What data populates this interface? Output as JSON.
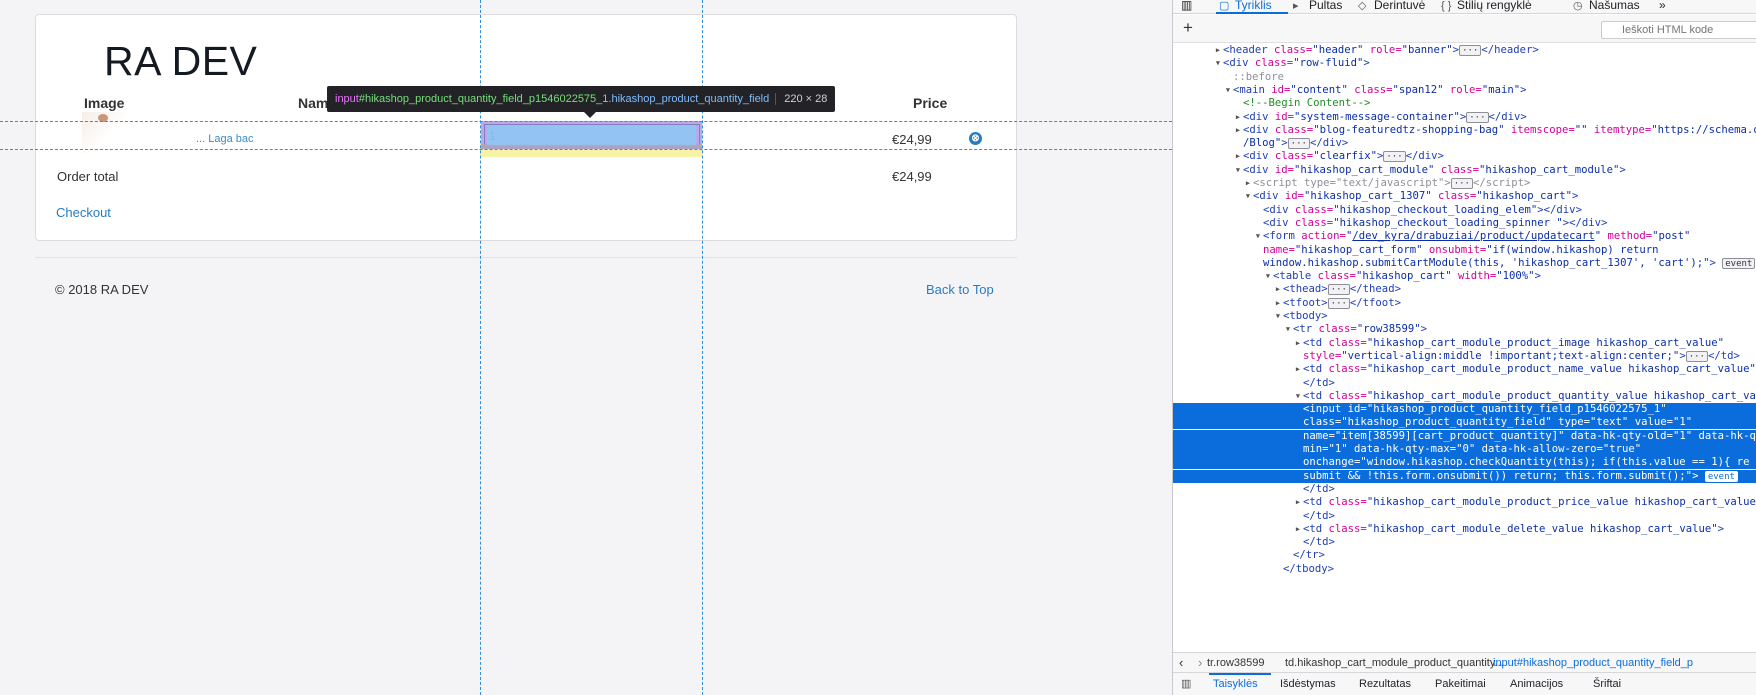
{
  "page": {
    "site_title": "RA DEV",
    "table_headers": {
      "image": "Image",
      "name": "Nam",
      "price": "Price"
    },
    "row": {
      "product_link": "... Laga bac",
      "quantity": "1",
      "price": "€24,99",
      "delete_icon": "⊗"
    },
    "order_total_label": "Order total",
    "order_total_value": "€24,99",
    "checkout": "Checkout",
    "copyright": "© 2018 RA DEV",
    "back_to_top": "Back to Top"
  },
  "inspector_overlay": {
    "tag": "input",
    "id_selector": "#hikashop_product_quantity_field_p1546022575_1",
    "class_selector": ".hikashop_product_quantity_field",
    "dimensions": "220 × 28"
  },
  "devtools": {
    "tabs": [
      {
        "label": "Tyriklis",
        "icon": "▢"
      },
      {
        "label": "Pultas",
        "icon": "▸"
      },
      {
        "label": "Derintuvė",
        "icon": "◇"
      },
      {
        "label": "Stilių rengyklė",
        "icon": "{ }"
      },
      {
        "label": "Našumas",
        "icon": "◷"
      }
    ],
    "more_tabs": "»",
    "dock_icon": "▥",
    "add_node": "+",
    "search_icon": "⌕",
    "search_placeholder": "Ieškoti HTML kode",
    "markup_lines": [
      {
        "indent": 4,
        "html": "<span class='tw'>▸</span><span class='t'>&lt;header</span> <span class='a'>class=</span><span class='v'>\"header\"</span> <span class='a'>role=</span><span class='v'>\"banner\"</span><span class='t'>&gt;</span><span class='badge'>···</span><span class='t'>&lt;/header&gt;</span>"
      },
      {
        "indent": 4,
        "html": "<span class='tw'>▾</span><span class='t'>&lt;div</span> <span class='a'>class=</span><span class='v'>\"row-fluid\"</span><span class='t'>&gt;</span>"
      },
      {
        "indent": 5,
        "html": "<span class='tw'></span><span class='p'>::before</span>"
      },
      {
        "indent": 5,
        "html": "<span class='tw'>▾</span><span class='t'>&lt;main</span> <span class='a'>id=</span><span class='v'>\"content\"</span> <span class='a'>class=</span><span class='v'>\"span12\"</span> <span class='a'>role=</span><span class='v'>\"main\"</span><span class='t'>&gt;</span>"
      },
      {
        "indent": 6,
        "html": "<span class='tw'></span><span class='c'>&lt;!--Begin Content--&gt;</span>"
      },
      {
        "indent": 6,
        "html": "<span class='tw'>▸</span><span class='t'>&lt;div</span> <span class='a'>id=</span><span class='v'>\"system-message-container\"</span><span class='t'>&gt;</span><span class='badge'>···</span><span class='t'>&lt;/div&gt;</span>"
      },
      {
        "indent": 6,
        "html": "<span class='tw'>▸</span><span class='t'>&lt;div</span> <span class='a'>class=</span><span class='v'>\"blog-featuredtz-shopping-bag\"</span> <span class='a'>itemscope=</span><span class='v'>\"\"</span> <span class='a'>itemtype=</span><span class='v'>\"https://schema.org</span>"
      },
      {
        "indent": 6,
        "html": "<span class='tw'></span><span class='v'>/Blog\"</span><span class='t'>&gt;</span><span class='badge'>···</span><span class='t'>&lt;/div&gt;</span>"
      },
      {
        "indent": 6,
        "html": "<span class='tw'>▸</span><span class='t'>&lt;div</span> <span class='a'>class=</span><span class='v'>\"clearfix\"</span><span class='t'>&gt;</span><span class='badge'>···</span><span class='t'>&lt;/div&gt;</span>"
      },
      {
        "indent": 6,
        "html": "<span class='tw'>▾</span><span class='t'>&lt;div</span> <span class='a'>id=</span><span class='v'>\"hikashop_cart_module\"</span> <span class='a'>class=</span><span class='v'>\"hikashop_cart_module\"</span><span class='t'>&gt;</span>"
      },
      {
        "indent": 7,
        "html": "<span class='tw'>▸</span><span class='p'>&lt;script type=\"text/javascript\"&gt;</span><span class='badge'>···</span><span class='p'>&lt;/script&gt;</span>"
      },
      {
        "indent": 7,
        "html": "<span class='tw'>▾</span><span class='t'>&lt;div</span> <span class='a'>id=</span><span class='v'>\"hikashop_cart_1307\"</span> <span class='a'>class=</span><span class='v'>\"hikashop_cart\"</span><span class='t'>&gt;</span>"
      },
      {
        "indent": 8,
        "html": "<span class='tw'></span><span class='t'>&lt;div</span> <span class='a'>class=</span><span class='v'>\"hikashop_checkout_loading_elem\"</span><span class='t'>&gt;&lt;/div&gt;</span>"
      },
      {
        "indent": 8,
        "html": "<span class='tw'></span><span class='t'>&lt;div</span> <span class='a'>class=</span><span class='v'>\"hikashop_checkout_loading_spinner \"</span><span class='t'>&gt;&lt;/div&gt;</span>"
      },
      {
        "indent": 8,
        "html": "<span class='tw'>▾</span><span class='t'>&lt;form</span> <span class='a'>action=</span><span class='v'>\"<u>/dev_kyra/drabuziai/product/updatecart</u>\"</span> <span class='a'>method=</span><span class='v'>\"post\"</span>"
      },
      {
        "indent": 9,
        "html": "<span class='a'>name=</span><span class='v'>\"hikashop_cart_form\"</span> <span class='a'>onsubmit=</span><span class='v'>\"if(window.hikashop) return</span>"
      },
      {
        "indent": 9,
        "html": "<span class='v'>window.hikashop.submitCartModule(this, 'hikashop_cart_1307', 'cart');\"</span><span class='t'>&gt;</span> <span class='badge'>event</span>"
      },
      {
        "indent": 9,
        "html": "<span class='tw'>▾</span><span class='t'>&lt;table</span> <span class='a'>class=</span><span class='v'>\"hikashop_cart\"</span> <span class='a'>width=</span><span class='v'>\"100%\"</span><span class='t'>&gt;</span>"
      },
      {
        "indent": 10,
        "html": "<span class='tw'>▸</span><span class='t'>&lt;thead&gt;</span><span class='badge'>···</span><span class='t'>&lt;/thead&gt;</span>"
      },
      {
        "indent": 10,
        "html": "<span class='tw'>▸</span><span class='t'>&lt;tfoot&gt;</span><span class='badge'>···</span><span class='t'>&lt;/tfoot&gt;</span>"
      },
      {
        "indent": 10,
        "html": "<span class='tw'>▾</span><span class='t'>&lt;tbody&gt;</span>"
      },
      {
        "indent": 11,
        "html": "<span class='tw'>▾</span><span class='t'>&lt;tr</span> <span class='a'>class=</span><span class='v'>\"row38599\"</span><span class='t'>&gt;</span>"
      },
      {
        "indent": 12,
        "html": "<span class='tw'>▸</span><span class='t'>&lt;td</span> <span class='a'>class=</span><span class='v'>\"hikashop_cart_module_product_image hikashop_cart_value\"</span>"
      },
      {
        "indent": 13,
        "html": "<span class='a'>style=</span><span class='v'>\"vertical-align:middle !important;text-align:center;\"</span><span class='t'>&gt;</span><span class='badge'>···</span><span class='t'>&lt;/td&gt;</span>"
      },
      {
        "indent": 12,
        "html": "<span class='tw'>▸</span><span class='t'>&lt;td</span> <span class='a'>class=</span><span class='v'>\"hikashop_cart_module_product_name_value hikashop_cart_value\"</span><span class='t'>&gt;</span><span class='badge'>···</span>"
      },
      {
        "indent": 13,
        "html": "<span class='t'>&lt;/td&gt;</span>"
      },
      {
        "indent": 12,
        "html": "<span class='tw'>▾</span><span class='t'>&lt;td</span> <span class='a'>class=</span><span class='v'>\"hikashop_cart_module_product_quantity_value hikashop_cart_valu</span>"
      },
      {
        "indent": 13,
        "sel": true,
        "html": "<span class='t'>&lt;input</span> <span class='a'>id=</span><span class='v'>\"hikashop_product_quantity_field_p1546022575_1\"</span>"
      },
      {
        "indent": 13,
        "sel": true,
        "html": "<span class='a'>class=</span><span class='v'>\"hikashop_product_quantity_field\"</span> <span class='a'>type=</span><span class='v'>\"text\"</span> <span class='a'>value=</span><span class='v'>\"1\"</span>"
      },
      {
        "indent": 13,
        "sel": true,
        "html": "<span class='a'>name=</span><span class='v'>\"item[38599][cart_product_quantity]\"</span> <span class='a'>data-hk-qty-old=</span><span class='v'>\"1\"</span> <span class='a'>data-hk-q</span>"
      },
      {
        "indent": 13,
        "sel": true,
        "html": "<span class='a'>min=</span><span class='v'>\"1\"</span> <span class='a'>data-hk-qty-max=</span><span class='v'>\"0\"</span> <span class='a'>data-hk-allow-zero=</span><span class='v'>\"true\"</span>"
      },
      {
        "indent": 13,
        "sel": true,
        "html": "<span class='a'>onchange=</span><span class='v'>\"window.hikashop.checkQuantity(this); if(this.value == 1){ re</span>"
      },
      {
        "indent": 13,
        "sel": true,
        "html": "<span class='v'>submit &amp;&amp; !this.form.onsubmit()) return; this.form.submit();\"</span><span class='t'>&gt;</span> <span class='badge'>event</span>"
      },
      {
        "indent": 13,
        "html": "<span class='t'>&lt;/td&gt;</span>"
      },
      {
        "indent": 12,
        "html": "<span class='tw'>▸</span><span class='t'>&lt;td</span> <span class='a'>class=</span><span class='v'>\"hikashop_cart_module_product_price_value hikashop_cart_value\"</span><span class='t'>&gt;</span>"
      },
      {
        "indent": 13,
        "html": "<span class='t'>&lt;/td&gt;</span>"
      },
      {
        "indent": 12,
        "html": "<span class='tw'>▸</span><span class='t'>&lt;td</span> <span class='a'>class=</span><span class='v'>\"hikashop_cart_module_delete_value hikashop_cart_value\"</span><span class='t'>&gt;</span>"
      },
      {
        "indent": 13,
        "html": "<span class='t'>&lt;/td&gt;</span>"
      },
      {
        "indent": 12,
        "html": "<span class='t'>&lt;/tr&gt;</span>"
      },
      {
        "indent": 11,
        "html": "<span class='t'>&lt;/tbody&gt;</span>"
      }
    ],
    "breadcrumbs": [
      "tr.row38599",
      "td.hikashop_cart_module_product_quantity...",
      "input#hikashop_product_quantity_field_p"
    ],
    "bottom_tabs": [
      "Taisyklės",
      "Išdėstymas",
      "Rezultatas",
      "Pakeitimai",
      "Animacijos",
      "Šriftai"
    ]
  }
}
